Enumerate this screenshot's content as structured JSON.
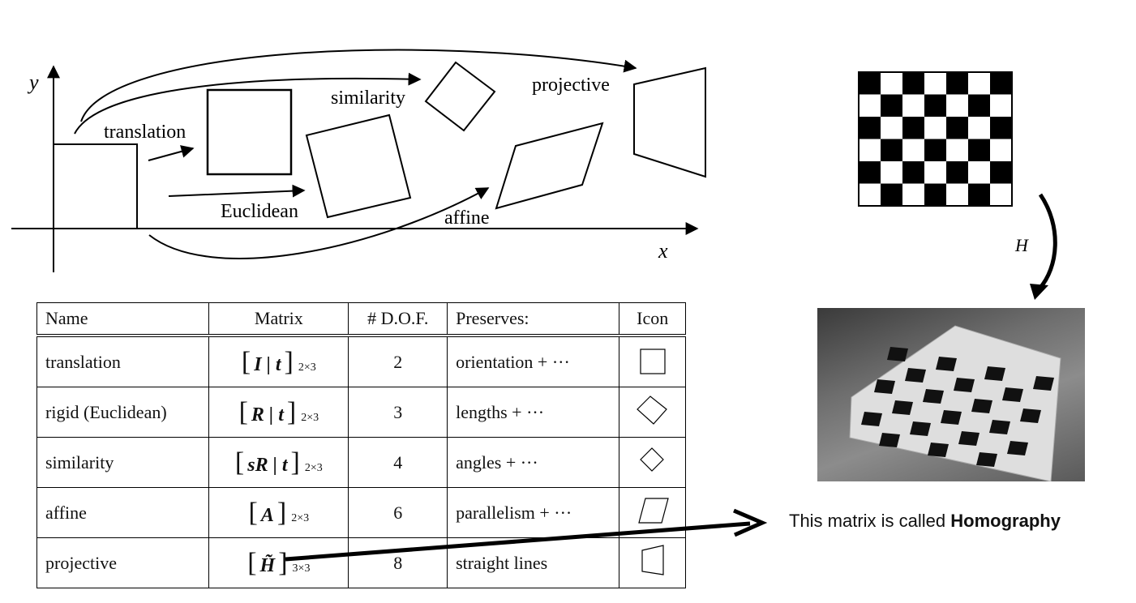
{
  "diagram": {
    "axis_y": "y",
    "axis_x": "x",
    "labels": {
      "translation": "translation",
      "euclidean": "Euclidean",
      "similarity": "similarity",
      "affine": "affine",
      "projective": "projective"
    }
  },
  "table": {
    "headers": [
      "Name",
      "Matrix",
      "# D.O.F.",
      "Preserves:",
      "Icon"
    ],
    "rows": [
      {
        "name": "translation",
        "matrix_sym": "I | t",
        "matrix_sub": "2×3",
        "dof": "2",
        "preserves": "orientation + ···",
        "icon": "square-icon"
      },
      {
        "name": "rigid (Euclidean)",
        "matrix_sym": "R | t",
        "matrix_sub": "2×3",
        "dof": "3",
        "preserves": "lengths + ···",
        "icon": "rotated-square-icon"
      },
      {
        "name": "similarity",
        "matrix_sym": "sR | t",
        "matrix_sub": "2×3",
        "dof": "4",
        "preserves": "angles + ···",
        "icon": "small-diamond-icon"
      },
      {
        "name": "affine",
        "matrix_sym": "A",
        "matrix_sub": "2×3",
        "dof": "6",
        "preserves": "parallelism + ···",
        "icon": "parallelogram-icon"
      },
      {
        "name": "projective",
        "matrix_sym": "H̃",
        "matrix_sub": "3×3",
        "dof": "8",
        "preserves": "straight lines",
        "icon": "trapezoid-icon"
      }
    ]
  },
  "right": {
    "h_label": "H",
    "caption_prefix": "This matrix is called ",
    "caption_bold": "Homography"
  },
  "colors": {
    "ink": "#000000",
    "background": "#ffffff"
  }
}
